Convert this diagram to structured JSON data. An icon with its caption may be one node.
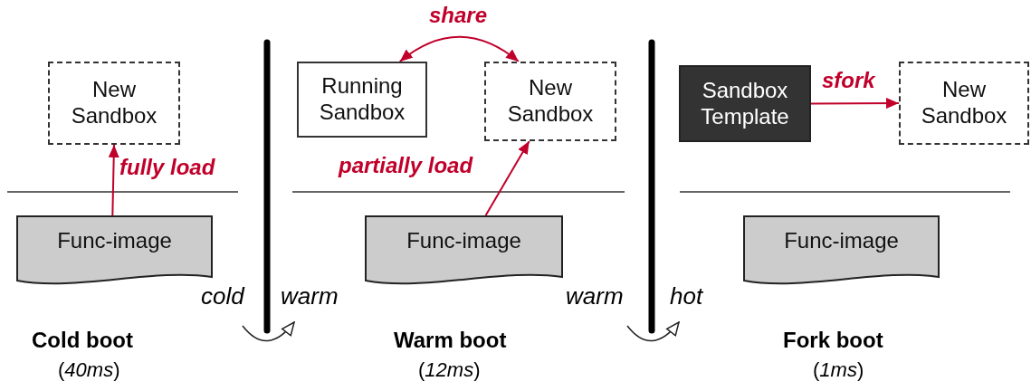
{
  "diagram": {
    "nodes": [
      {
        "text": [
          "New Sandbox"
        ]
      },
      {
        "text": [
          "Func-image"
        ]
      },
      {
        "text": [
          "Running Sandbox"
        ]
      },
      {
        "text": [
          "New Sandbox"
        ]
      },
      {
        "text": [
          "Func-image"
        ]
      },
      {
        "text": [
          "Sandbox Template"
        ]
      },
      {
        "text": [
          "New Sandbox"
        ]
      },
      {
        "text": [
          "Func-image"
        ]
      }
    ],
    "edges": [
      {
        "from": 1,
        "to": 0,
        "arrow": "to",
        "label": "fully load"
      },
      {
        "from": 2,
        "to": 3,
        "arrow": "both",
        "label": "share"
      },
      {
        "from": 4,
        "to": 3,
        "arrow": "to",
        "label": "partially load"
      },
      {
        "from": 5,
        "to": 6,
        "arrow": "to",
        "label": "sfork"
      }
    ],
    "labels": [
      "cold",
      "warm",
      "warm",
      "hot",
      "Cold boot",
      "Warm boot",
      "Fork boot",
      "(*40ms*)",
      "(*12ms*)",
      "(*1ms*)"
    ]
  }
}
